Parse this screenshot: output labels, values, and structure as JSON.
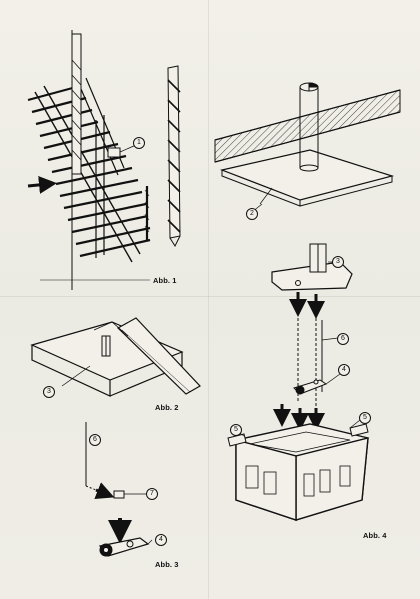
{
  "figures": [
    {
      "id": "fig1",
      "caption": "Abb. 1"
    },
    {
      "id": "fig2",
      "caption": "Abb. 2"
    },
    {
      "id": "fig3",
      "caption": "Abb. 3"
    },
    {
      "id": "fig4",
      "caption": "Abb. 4"
    }
  ],
  "callouts": {
    "c1": "1",
    "c2": "2",
    "c3_top": "3",
    "c3_fig2": "3",
    "c4_fig3": "4",
    "c4_fig4": "4",
    "c5_left": "5",
    "c5_right": "5",
    "c6_fig3": "6",
    "c6_fig4": "6",
    "c7": "7"
  },
  "colors": {
    "ink": "#111111",
    "paper": "#f2f0e8",
    "hatch": "#444444"
  }
}
